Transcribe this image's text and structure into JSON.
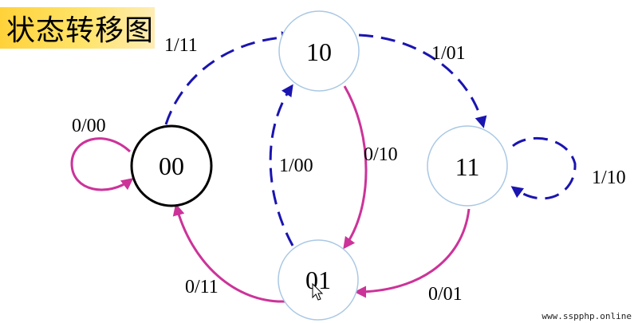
{
  "title": "状态转移图",
  "colors": {
    "dashed_edge": "#1a14b0",
    "solid_edge": "#cc3399",
    "initial_state_border": "#000000",
    "state_border": "#aac8e4"
  },
  "states": [
    {
      "id": "00",
      "label": "00",
      "initial": true
    },
    {
      "id": "10",
      "label": "10",
      "initial": false
    },
    {
      "id": "11",
      "label": "11",
      "initial": false
    },
    {
      "id": "01",
      "label": "01",
      "initial": false
    }
  ],
  "transitions": [
    {
      "from": "00",
      "to": "00",
      "label": "0/00",
      "style": "solid"
    },
    {
      "from": "00",
      "to": "10",
      "label": "1/11",
      "style": "dashed"
    },
    {
      "from": "10",
      "to": "11",
      "label": "1/01",
      "style": "dashed"
    },
    {
      "from": "11",
      "to": "11",
      "label": "1/10",
      "style": "dashed"
    },
    {
      "from": "10",
      "to": "01",
      "label": "0/10",
      "style": "solid"
    },
    {
      "from": "01",
      "to": "10",
      "label": "1/00",
      "style": "dashed"
    },
    {
      "from": "11",
      "to": "01",
      "label": "0/01",
      "style": "solid"
    },
    {
      "from": "01",
      "to": "00",
      "label": "0/11",
      "style": "solid"
    }
  ],
  "watermark": "www.sspphp.online"
}
